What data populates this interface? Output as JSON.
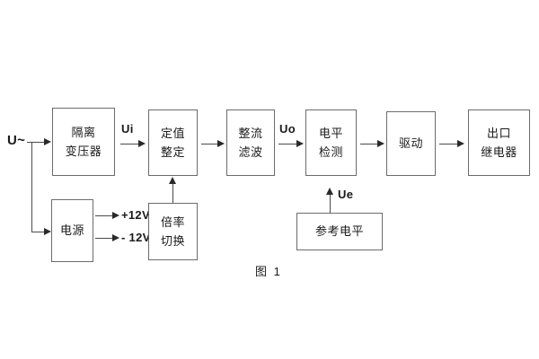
{
  "figure": {
    "caption": "图 1",
    "boxes": [
      {
        "id": "isolation-transformer",
        "lines": [
          "隔离",
          "变压器"
        ]
      },
      {
        "id": "setting-value",
        "lines": [
          "定值",
          "整定"
        ]
      },
      {
        "id": "rectify-filter",
        "lines": [
          "整流",
          "滤波"
        ]
      },
      {
        "id": "level-detection",
        "lines": [
          "电平",
          "检测"
        ]
      },
      {
        "id": "drive",
        "lines": [
          "驱动"
        ]
      },
      {
        "id": "output-relay",
        "lines": [
          "出口",
          "继电器"
        ]
      },
      {
        "id": "power-supply",
        "lines": [
          "电源"
        ]
      },
      {
        "id": "multiplier-switch",
        "lines": [
          "倍率",
          "切换"
        ]
      },
      {
        "id": "reference-level",
        "lines": [
          "参考电平"
        ]
      }
    ],
    "signals": {
      "input_source": "U~",
      "ui": "Ui",
      "uo": "Uo",
      "ue": "Ue",
      "rail_positive": "+12V",
      "rail_negative": "- 12V"
    },
    "colors": {
      "box_border": "#6b6b6b",
      "line": "#4a4a4a",
      "arrow": "#2a2a2a",
      "text": "#1a1a1a",
      "background": "#ffffff"
    }
  }
}
